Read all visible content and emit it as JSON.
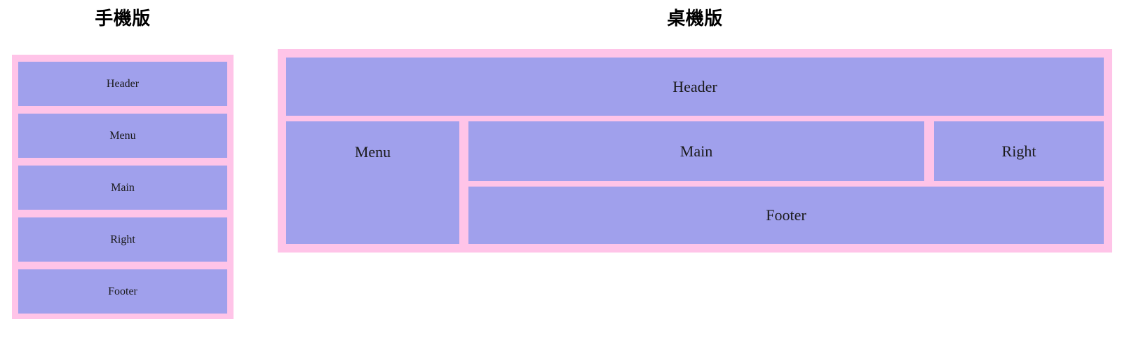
{
  "page": {
    "background": "#ffffff",
    "block_color": "#a0a0ec",
    "gap_color": "#ffc4e8"
  },
  "mobile": {
    "heading": "手機版",
    "blocks": [
      {
        "label": "Header"
      },
      {
        "label": "Menu"
      },
      {
        "label": "Main"
      },
      {
        "label": "Right"
      },
      {
        "label": "Footer"
      }
    ]
  },
  "desktop": {
    "heading": "桌機版",
    "blocks": {
      "header": "Header",
      "menu": "Menu",
      "main": "Main",
      "right": "Right",
      "footer": "Footer"
    }
  }
}
